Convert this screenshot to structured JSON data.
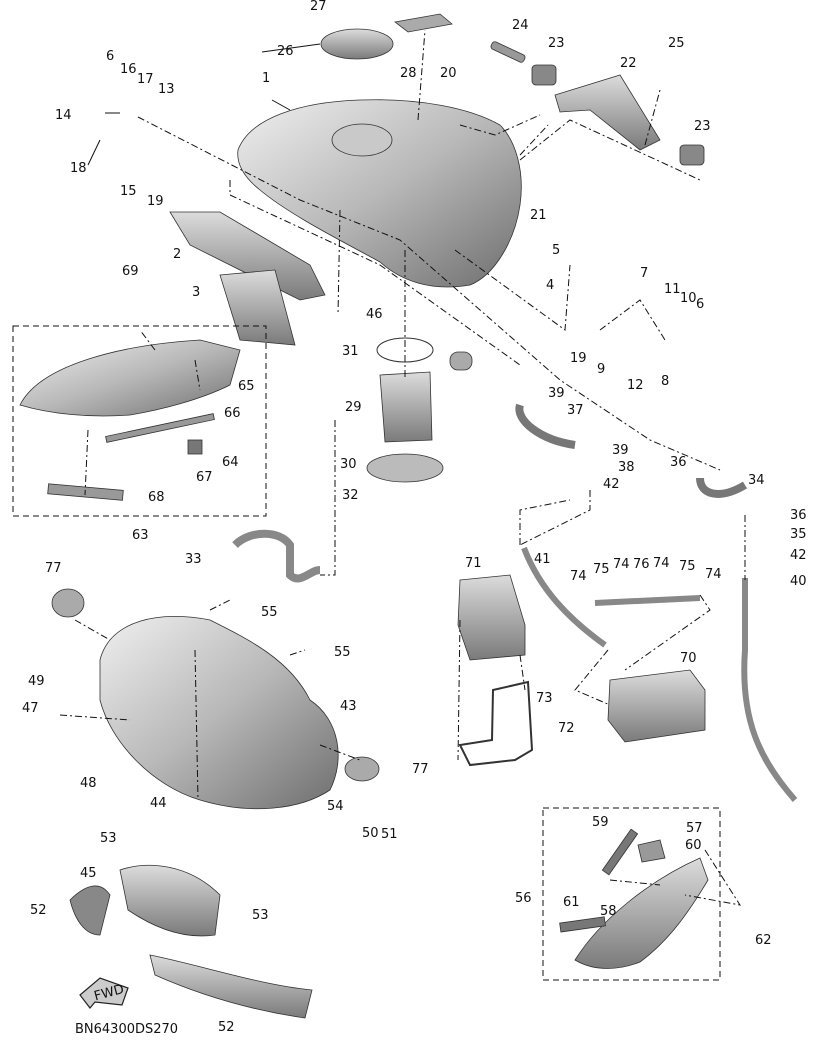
{
  "diagram": {
    "code": "BN64300DS270",
    "fwd_label": "FWD",
    "callouts": [
      "27",
      "26",
      "24",
      "23",
      "25",
      "22",
      "23",
      "20",
      "28",
      "6",
      "16",
      "17",
      "13",
      "14",
      "18",
      "15",
      "19",
      "1",
      "21",
      "2",
      "5",
      "4",
      "3",
      "46",
      "69",
      "7",
      "11",
      "10",
      "6",
      "31",
      "65",
      "19",
      "9",
      "12",
      "8",
      "29",
      "39",
      "37",
      "66",
      "64",
      "67",
      "68",
      "63",
      "30",
      "39",
      "38",
      "42",
      "36",
      "34",
      "32",
      "36",
      "35",
      "42",
      "40",
      "33",
      "41",
      "74",
      "75",
      "74",
      "76",
      "74",
      "75",
      "74",
      "71",
      "77",
      "55",
      "55",
      "49",
      "73",
      "70",
      "47",
      "43",
      "72",
      "48",
      "77",
      "44",
      "54",
      "50",
      "51",
      "53",
      "45",
      "52",
      "53",
      "59",
      "57",
      "60",
      "56",
      "61",
      "58",
      "62",
      "52"
    ]
  }
}
